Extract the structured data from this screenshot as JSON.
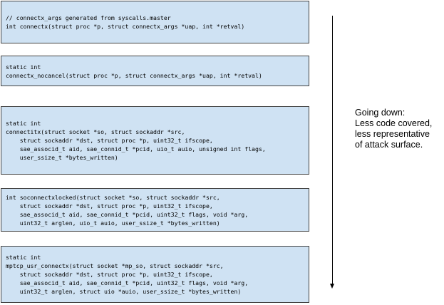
{
  "boxes": [
    {
      "lines": [
        "// connectx_args generated from syscalls.master",
        "int connectx(struct proc *p, struct connectx_args *uap, int *retval)"
      ]
    },
    {
      "lines": [
        "static int",
        "connectx_nocancel(struct proc *p, struct connectx_args *uap, int *retval)"
      ]
    },
    {
      "lines": [
        "static int",
        "connectitx(struct socket *so, struct sockaddr *src,",
        "    struct sockaddr *dst, struct proc *p, uint32_t ifscope,",
        "    sae_associd_t aid, sae_connid_t *pcid, uio_t auio, unsigned int flags,",
        "    user_ssize_t *bytes_written)"
      ]
    },
    {
      "lines": [
        "int soconnectxlocked(struct socket *so, struct sockaddr *src,",
        "    struct sockaddr *dst, struct proc *p, uint32_t ifscope,",
        "    sae_associd_t aid, sae_connid_t *pcid, uint32_t flags, void *arg,",
        "    uint32_t arglen, uio_t auio, user_ssize_t *bytes_written)"
      ]
    },
    {
      "lines": [
        "static int",
        "mptcp_usr_connectx(struct socket *mp_so, struct sockaddr *src,",
        "    struct sockaddr *dst, struct proc *p, uint32_t ifscope,",
        "    sae_associd_t aid, sae_connid_t *pcid, uint32_t flags, void *arg,",
        "    uint32_t arglen, struct uio *auio, user_ssize_t *bytes_written)"
      ]
    }
  ],
  "note": {
    "lines": [
      "Going down:",
      "Less code covered,",
      "less representative",
      "of attack surface."
    ]
  },
  "colors": {
    "box_fill": "#cfe2f3",
    "box_border": "#434343"
  }
}
